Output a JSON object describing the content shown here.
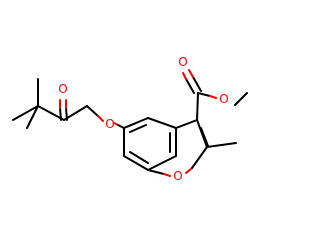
{
  "molecule": {
    "atoms": {
      "o_ketone": "O",
      "o_ether": "O",
      "o_carbonyl_ester": "O",
      "o_ester": "O",
      "o_furan": "O"
    }
  },
  "colors": {
    "bond": "#000000",
    "oxygen": "#ff0000",
    "background": "#ffffff"
  }
}
